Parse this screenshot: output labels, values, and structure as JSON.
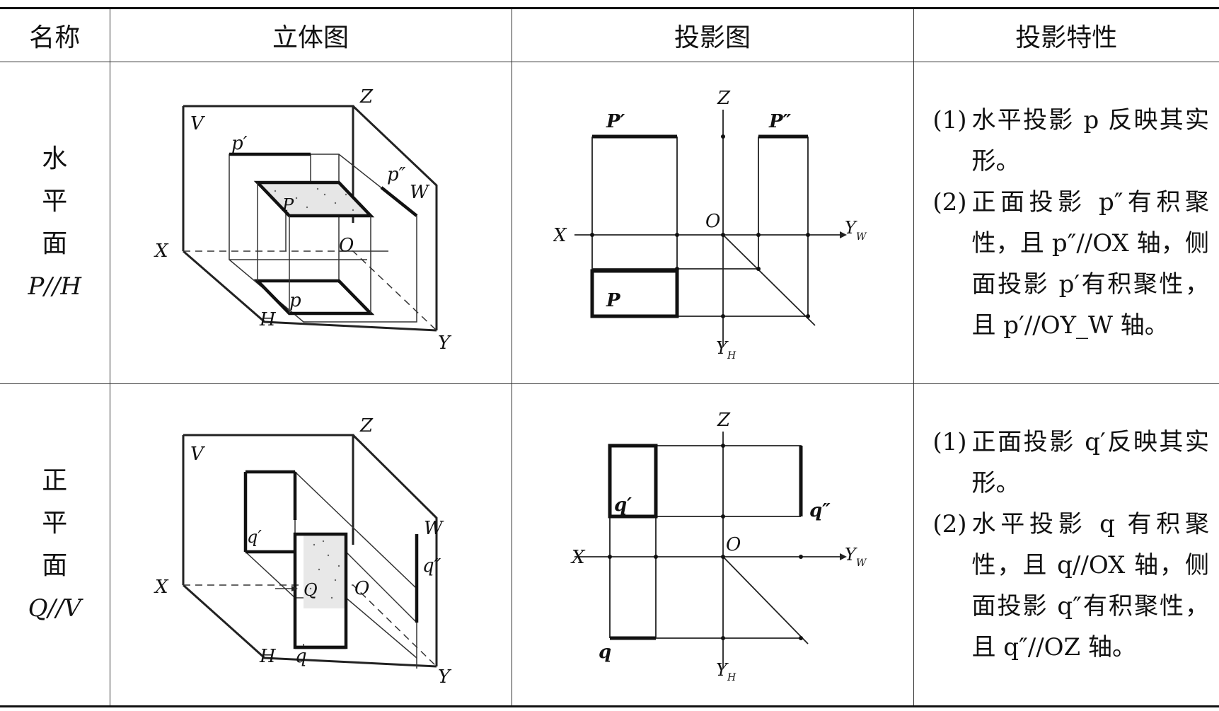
{
  "headers": {
    "name": "名称",
    "solid": "立体图",
    "projection": "投影图",
    "properties": "投影特性"
  },
  "rows": [
    {
      "name_chars": [
        "水",
        "平",
        "面"
      ],
      "name_code": "P//H",
      "solid_labels": {
        "z": "Z",
        "v": "V",
        "w": "W",
        "x": "X",
        "h": "H",
        "y": "Y",
        "o": "O",
        "front": "p′",
        "side": "p″",
        "plane": "P",
        "top": "p"
      },
      "proj_labels": {
        "z": "Z",
        "x": "X",
        "yw": "Y",
        "yw_sub": "W",
        "yh": "Y",
        "yh_sub": "H",
        "o": "O",
        "front": "P′",
        "side": "P″",
        "top": "P"
      },
      "properties": [
        {
          "num": "(1)",
          "text": "水平投影 p 反映其实形。"
        },
        {
          "num": "(2)",
          "text": "正面投影 p″有积聚性，且 p″//OX 轴，侧面投影 p′有积聚性，且 p′//OY_W 轴。"
        }
      ]
    },
    {
      "name_chars": [
        "正",
        "平",
        "面"
      ],
      "name_code": "Q//V",
      "solid_labels": {
        "z": "Z",
        "v": "V",
        "w": "W",
        "x": "X",
        "h": "H",
        "y": "Y",
        "o": "O",
        "front": "q′",
        "side": "q″",
        "plane": "Q",
        "top": "q"
      },
      "proj_labels": {
        "z": "Z",
        "x": "X",
        "yw": "Y",
        "yw_sub": "W",
        "yh": "Y",
        "yh_sub": "H",
        "o": "O",
        "front": "q′",
        "side": "q″",
        "top": "q"
      },
      "properties": [
        {
          "num": "(1)",
          "text": "正面投影 q′反映其实形。"
        },
        {
          "num": "(2)",
          "text": "水平投影 q 有积聚性，且 q//OX 轴，侧面投影 q″有积聚性，且 q″//OZ 轴。"
        }
      ]
    }
  ]
}
